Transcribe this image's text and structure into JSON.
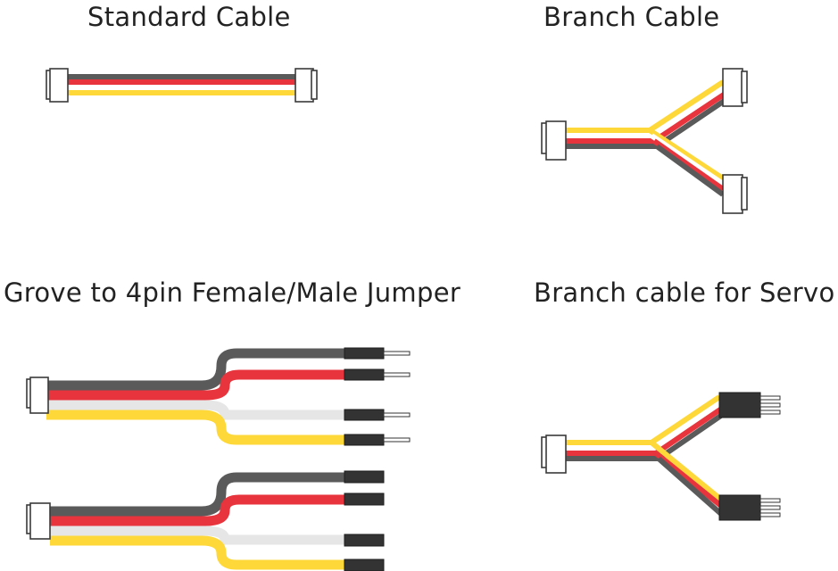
{
  "titles": {
    "standard": "Standard Cable",
    "branch": "Branch Cable",
    "jumper": "Grove to 4pin Female/Male Jumper",
    "servo": "Branch cable for Servo"
  },
  "colors": {
    "black_wire": "#5a5a5a",
    "red_wire": "#e8343c",
    "white_wire": "#e6e6e6",
    "yellow_wire": "#fdd838",
    "connector_fill": "#ffffff",
    "connector_stroke": "#3a3a3a",
    "pin_header": "#333333",
    "text": "#222222"
  },
  "diagrams": [
    {
      "name": "standard-cable",
      "wires": [
        "black",
        "red",
        "white",
        "yellow"
      ]
    },
    {
      "name": "branch-cable",
      "wires": [
        "yellow",
        "white",
        "red",
        "black"
      ]
    },
    {
      "name": "jumper-cable-female",
      "wires": [
        "black",
        "red",
        "white",
        "yellow"
      ],
      "ends": "male-pin"
    },
    {
      "name": "jumper-cable-male",
      "wires": [
        "black",
        "red",
        "white",
        "yellow"
      ],
      "ends": "female-socket"
    },
    {
      "name": "servo-branch-cable",
      "wires": [
        "yellow",
        "white",
        "red",
        "black"
      ],
      "ends": "3-pin-header"
    }
  ]
}
